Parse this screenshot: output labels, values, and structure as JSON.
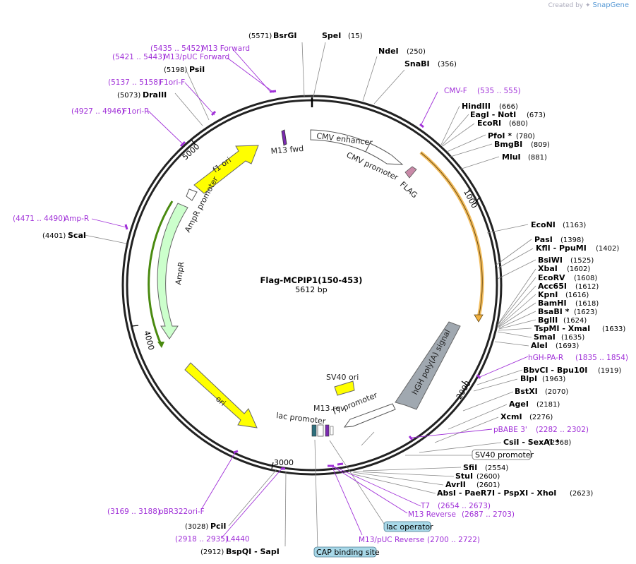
{
  "credit": {
    "prefix": "Created by",
    "brand": "SnapGene"
  },
  "plasmid": {
    "name": "Flag-MCPIP1(150-453)",
    "size": "5612 bp"
  },
  "ticks": [
    "1000",
    "2000",
    "3000",
    "4000",
    "5000"
  ],
  "features": [
    {
      "name": "CMV enhancer",
      "color": "#ffffff"
    },
    {
      "name": "CMV promoter",
      "color": "#ffffff"
    },
    {
      "name": "FLAG",
      "color": "#c98aa8"
    },
    {
      "name": "M13 fwd",
      "color": "#7b2ab0"
    },
    {
      "name": "f1 ori",
      "color": "#ffff00"
    },
    {
      "name": "AmpR promoter",
      "color": "#ffffff"
    },
    {
      "name": "AmpR",
      "color": "#ccffcc"
    },
    {
      "name": "ori",
      "color": "#ffff00"
    },
    {
      "name": "SV40 ori",
      "color": "#ffff00"
    },
    {
      "name": "hGH poly(A) signal",
      "color": "#a0a8b0"
    },
    {
      "name": "T7 promoter",
      "color": "#ffffff"
    },
    {
      "name": "M13 rev",
      "color": "#7b2ab0"
    },
    {
      "name": "lac promoter",
      "color": "#ffffff"
    }
  ],
  "sites_right": [
    {
      "enz": "SpeI",
      "pos": "(15)"
    },
    {
      "enz": "NdeI",
      "pos": "(250)"
    },
    {
      "enz": "SnaBI",
      "pos": "(356)"
    },
    {
      "enz": "HindIII",
      "pos": "(666)"
    },
    {
      "enz": "EagI  - NotI",
      "pos": "(673)"
    },
    {
      "enz": "EcoRI",
      "pos": "(680)"
    },
    {
      "enz": "PfoI *",
      "pos": "(780)"
    },
    {
      "enz": "BmgBI",
      "pos": "(809)"
    },
    {
      "enz": "MluI",
      "pos": "(881)"
    },
    {
      "enz": "EcoNI",
      "pos": "(1163)"
    },
    {
      "enz": "PasI",
      "pos": "(1398)"
    },
    {
      "enz": "KflI  - PpuMI",
      "pos": "(1402)"
    },
    {
      "enz": "BsiWI",
      "pos": "(1525)"
    },
    {
      "enz": "XbaI",
      "pos": "(1602)"
    },
    {
      "enz": "EcoRV",
      "pos": "(1608)"
    },
    {
      "enz": "Acc65I",
      "pos": "(1612)"
    },
    {
      "enz": "KpnI",
      "pos": "(1616)"
    },
    {
      "enz": "BamHI",
      "pos": "(1618)"
    },
    {
      "enz": "BsaBI *",
      "pos": "(1623)"
    },
    {
      "enz": "BglII",
      "pos": "(1624)"
    },
    {
      "enz": "TspMI  - XmaI",
      "pos": "(1633)"
    },
    {
      "enz": "SmaI",
      "pos": "(1635)"
    },
    {
      "enz": "AleI",
      "pos": "(1693)"
    },
    {
      "enz": "BbvCI  - Bpu10I",
      "pos": "(1919)"
    },
    {
      "enz": "BlpI",
      "pos": "(1963)"
    },
    {
      "enz": "BstXI",
      "pos": "(2070)"
    },
    {
      "enz": "AgeI",
      "pos": "(2181)"
    },
    {
      "enz": "XcmI",
      "pos": "(2276)"
    },
    {
      "enz": "CsiI  - SexAI *",
      "pos": "(2368)"
    },
    {
      "enz": "SfiI",
      "pos": "(2554)"
    },
    {
      "enz": "StuI",
      "pos": "(2600)"
    },
    {
      "enz": "AvrII",
      "pos": "(2601)"
    },
    {
      "enz": "AbsI  - PaeR7I  - PspXI  - XhoI",
      "pos": "(2623)"
    }
  ],
  "sites_left": [
    {
      "enz": "BsrGI",
      "pos": "(5571)"
    },
    {
      "enz": "PsiI",
      "pos": "(5198)"
    },
    {
      "enz": "DraIII",
      "pos": "(5073)"
    },
    {
      "enz": "ScaI",
      "pos": "(4401)"
    },
    {
      "enz": "PciI",
      "pos": "(3028)"
    },
    {
      "enz": "BspQI  - SapI",
      "pos": "(2912)"
    }
  ],
  "primers": [
    {
      "name": "M13 Forward",
      "range": "(5435 .. 5452)"
    },
    {
      "name": "M13/pUC Forward",
      "range": "(5421 .. 5443)"
    },
    {
      "name": "F1ori-F",
      "range": "(5137 .. 5158)"
    },
    {
      "name": "F1ori-R",
      "range": "(4927 .. 4946)"
    },
    {
      "name": "CMV-F",
      "range": "(535 .. 555)"
    },
    {
      "name": "Amp-R",
      "range": "(4471 .. 4490)"
    },
    {
      "name": "hGH-PA-R",
      "range": "(1835 .. 1854)"
    },
    {
      "name": "pBABE 3'",
      "range": "(2282 .. 2302)"
    },
    {
      "name": "T7",
      "range": "(2654 .. 2673)"
    },
    {
      "name": "M13 Reverse",
      "range": "(2687 .. 2703)"
    },
    {
      "name": "M13/pUC Reverse",
      "range": "(2700 .. 2722)"
    },
    {
      "name": "pBR322ori-F",
      "range": "(3169 .. 3188)"
    },
    {
      "name": "L4440",
      "range": "(2918 .. 2935)"
    }
  ],
  "boxed_labels": [
    {
      "name": "SV40 promoter"
    },
    {
      "name": "lac operator"
    },
    {
      "name": "CAP binding site"
    }
  ],
  "colors": {
    "primer": "#a030d8",
    "orf_highlight": "#f0b040",
    "backbone": "#222222"
  }
}
